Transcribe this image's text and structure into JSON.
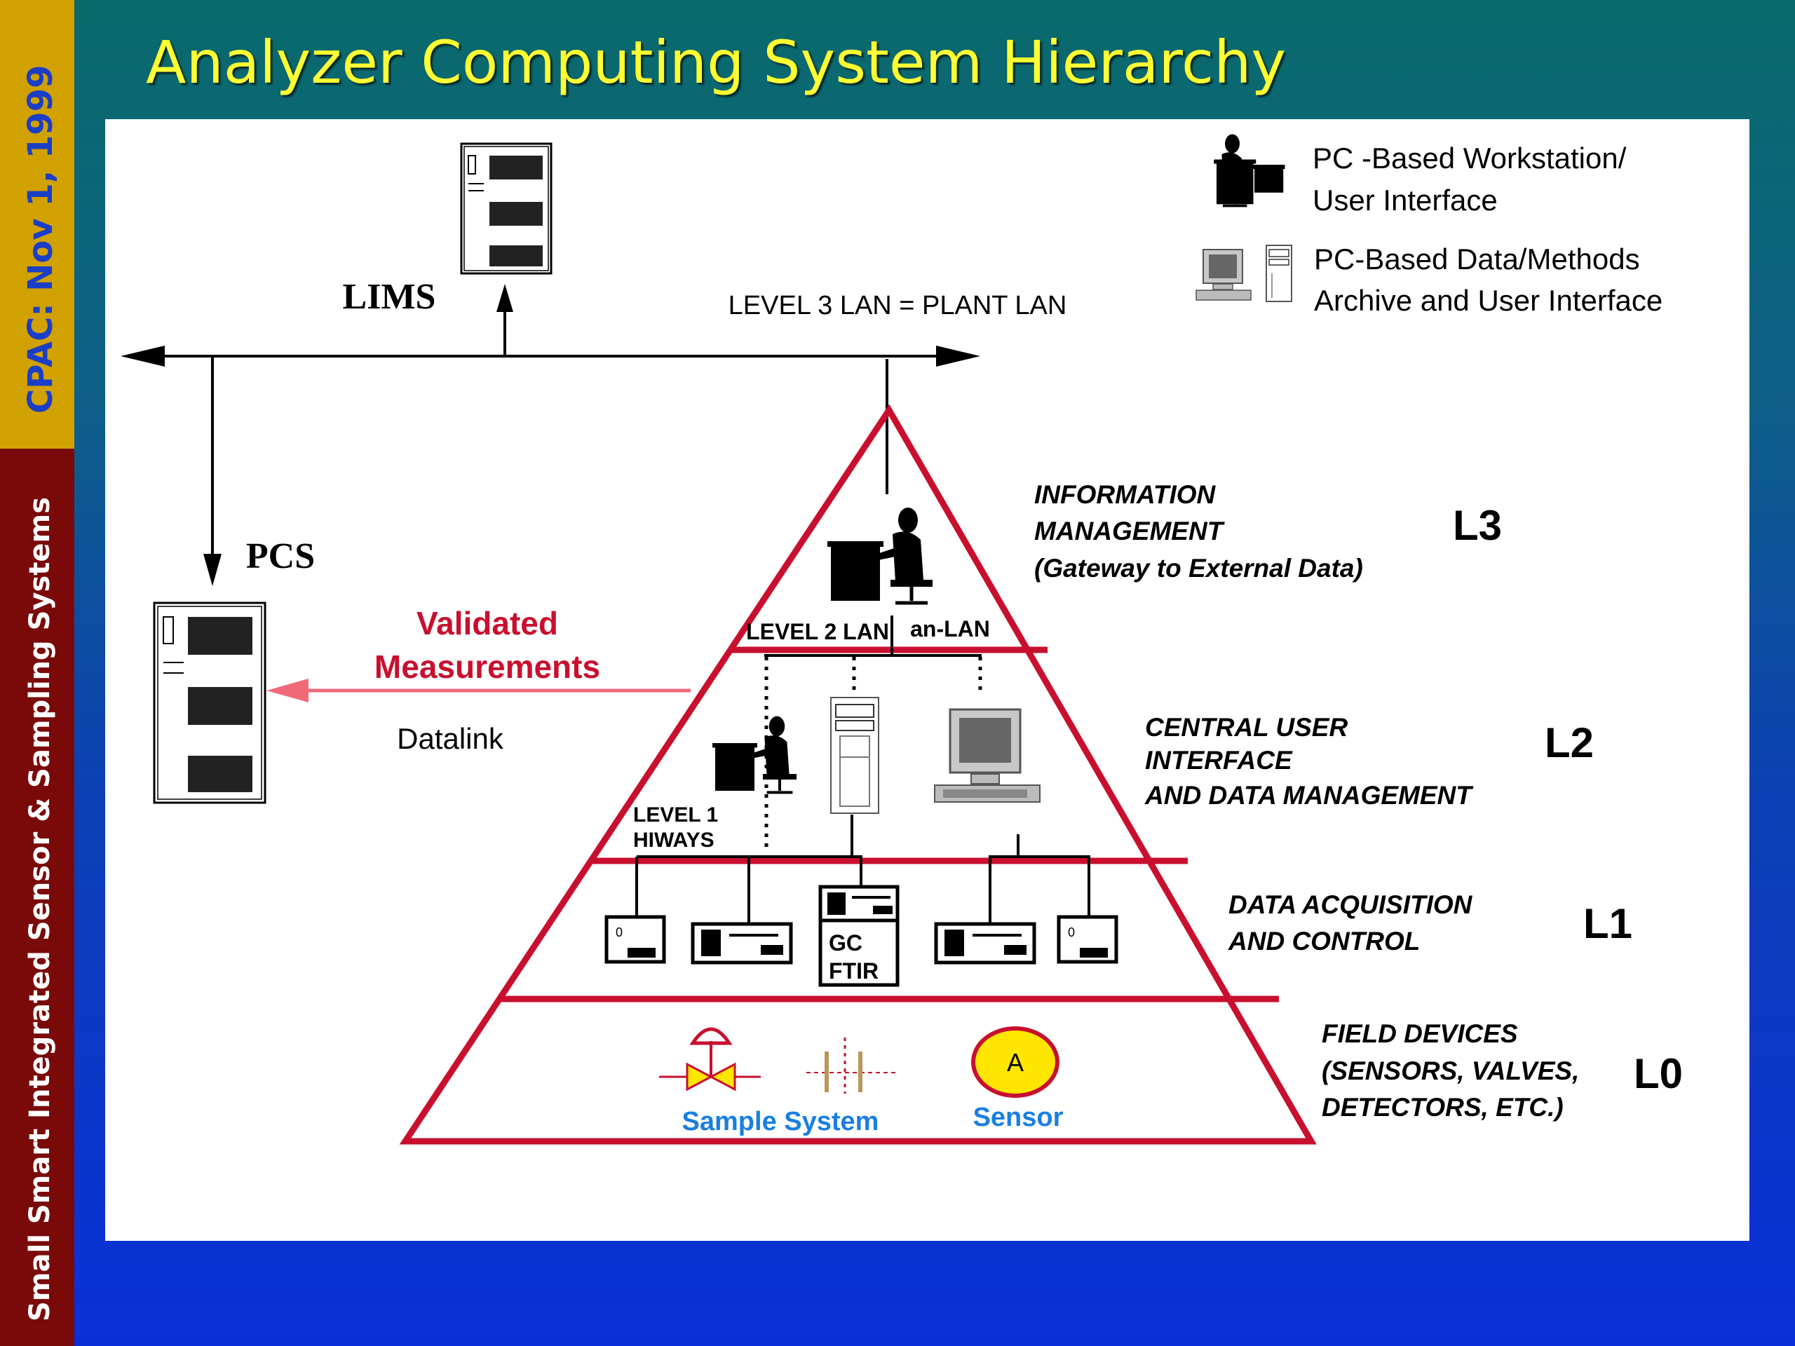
{
  "sidebar": {
    "top_text": "CPAC: Nov 1, 1999",
    "bottom_text": "Small Smart Integrated Sensor & Sampling Systems"
  },
  "slide_title": "Analyzer Computing System Hierarchy",
  "legend": {
    "workstation_line1": "PC -Based Workstation/",
    "workstation_line2": "User Interface",
    "archive_line1": "PC-Based Data/Methods",
    "archive_line2": "Archive and  User Interface"
  },
  "network": {
    "lims": "LIMS",
    "pcs": "PCS",
    "level3_lan": "LEVEL 3 LAN  = PLANT LAN",
    "validated_line1": "Validated",
    "validated_line2": "Measurements",
    "datalink": "Datalink",
    "level2_lan": "LEVEL 2 LAN",
    "an_lan": "an-LAN",
    "level1_line1": "LEVEL 1",
    "level1_line2": "HIWAYS",
    "gc": "GC",
    "ftir": "FTIR",
    "sample_system": "Sample System",
    "sensor": "Sensor",
    "sensor_symbol": "A"
  },
  "levels": [
    {
      "code": "L3",
      "lines": [
        "INFORMATION",
        "MANAGEMENT",
        "(Gateway to External Data)"
      ]
    },
    {
      "code": "L2",
      "lines": [
        "CENTRAL USER",
        "INTERFACE",
        "AND DATA MANAGEMENT"
      ]
    },
    {
      "code": "L1",
      "lines": [
        "DATA ACQUISITION",
        "AND CONTROL"
      ]
    },
    {
      "code": "L0",
      "lines": [
        "FIELD DEVICES",
        "(SENSORS, VALVES,",
        "DETECTORS, ETC.)"
      ]
    }
  ],
  "colors": {
    "pyramid_red": "#c8102e",
    "arrow_pink": "#f06a7a",
    "label_blue": "#1a7fe0",
    "sensor_yellow": "#ffe600",
    "title_yellow": "#ffff33"
  }
}
